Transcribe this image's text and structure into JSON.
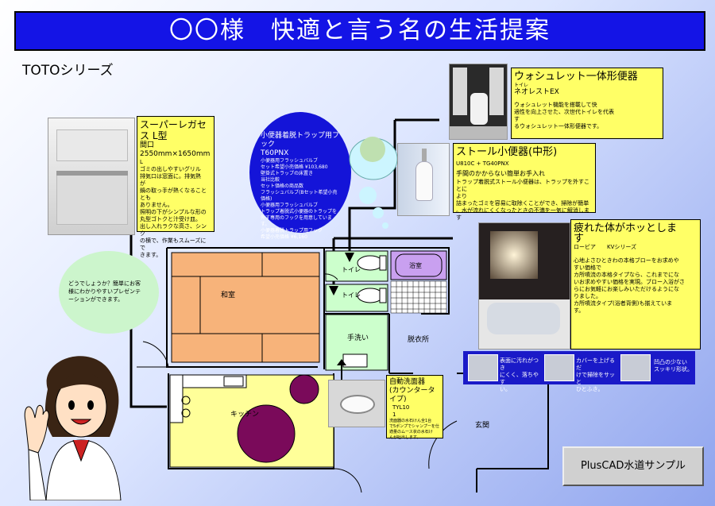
{
  "title": "〇〇様　快適と言う名の生活提案",
  "series": "TOTOシリーズ",
  "kitchen_note": {
    "heading": "スーパーレガセス L型",
    "lines": [
      "間口2550mm×1650mm",
      "L",
      "ゴミの出しやすいグリル",
      "排気口は窓面に。排気熱",
      "が",
      "鍋の取っ手が熱くなること",
      "とも",
      "ありません。",
      "照明の下がシンプルな形の",
      "丸型ゴトクと汁受け皿。",
      "出し入れラクな高さ、シンク",
      "の横で、作業もスムーズにで",
      "きます。"
    ]
  },
  "urinal_trap_bubble": {
    "heading": "小便器着脱トラップ用フ",
    "heading2": "ック",
    "model": "T60PNX",
    "lines": [
      "小便器用フラッシュバルブ",
      "セット希望小売価格 ¥103,680",
      "壁掛式トラップの床置き",
      "当社比較",
      "セット価格の商品数",
      "フラッシュバルブ(Bセット希望小売価格)",
      "小便器用フラッシュバルブ",
      "トラップ着脱式小便器のトラップを",
      "外す専用のフックを用意しています。",
      "小便器着脱トラップ用フック",
      "希望小売価格 ¥6,160"
    ]
  },
  "washlet_note": {
    "heading": "ウォシュレット一体形便器",
    "ruby": "トイレ",
    "sub": "ネオレストEX",
    "lines": [
      "ウォシュレット機能を搭載して快",
      "適性を向上させた、次世代トイレを代表",
      "す",
      "るウォシュレット一体形便器です。"
    ]
  },
  "urinal_note": {
    "heading": "ストール小便器(中形)",
    "sub": "U810C + TG40PNX",
    "lines": [
      "手間のかからない簡単お手入れ",
      "トラップ着脱式ストール小便器は、トラップを外すことに",
      "より",
      "詰まったゴミを容易に取除くことができ、掃除が簡単",
      "。水が流れにくくなったときの不満を一気に解消します"
    ]
  },
  "bath_note": {
    "heading": "疲れた体がホッとしま",
    "heading2": "す",
    "sub": [
      "ロ",
      "ー",
      "ビ",
      "ア",
      "KVシリー",
      "ズ"
    ],
    "lines": [
      "心地よさひときわの本格ブローをお求めや",
      "すい価格で",
      "カ所噴流の本格タイプなら、これまでにな",
      "いお求めやすい価格を実現。ブロー入浴がさ",
      "らにお気軽にお楽しみいただけるようにな",
      "りました。",
      "カ所噴流タイプ(浴者背側)も揃えていま",
      "す。"
    ]
  },
  "bath_thumbs": {
    "cap1": [
      "表面に汚れがつき",
      "にくく、落ちやす",
      "い。"
    ],
    "cap2": [
      "カバーを上げるだ",
      "けで掃除をサッと",
      "ひとふき。"
    ],
    "cap3": [
      "凹凸の少ない",
      "スッキリ形状。"
    ]
  },
  "sink_note": {
    "heading": "自動洗面器",
    "heading2": "(カウンタータイプ)",
    "model": "TYL10",
    "model2": "1",
    "lines": [
      "洗面器の水石けん全1台",
      "で5ポンプでシャンプーを仕",
      "適量のムース状の水石け",
      "んが吐出します。"
    ]
  },
  "bubble_text": [
    "どうでしょうか？簡単にお客",
    "様にわかりやすいプレゼンテ",
    "ーションができます。"
  ],
  "rooms": {
    "washitsu": "和室",
    "toilet1": "トイレ",
    "toilet2": "トイレ",
    "bath": "浴室",
    "wash": "手洗い",
    "dressing": "脱衣所",
    "kitchen": "キッチン",
    "entrance": "玄関"
  },
  "button_label": "PlusCAD水道サンプル",
  "colors": {
    "title_bg": "#1414e6",
    "note_bg": "#ffff66",
    "washitsu": "#f7b37a",
    "toilet": "#ccffcc",
    "bath": "#c9a0f0",
    "kitchen_fill": "#ffff99",
    "table": "#7a0a5a",
    "bubble": "#ccf5cc",
    "blue_bubble": "#1414d8"
  }
}
